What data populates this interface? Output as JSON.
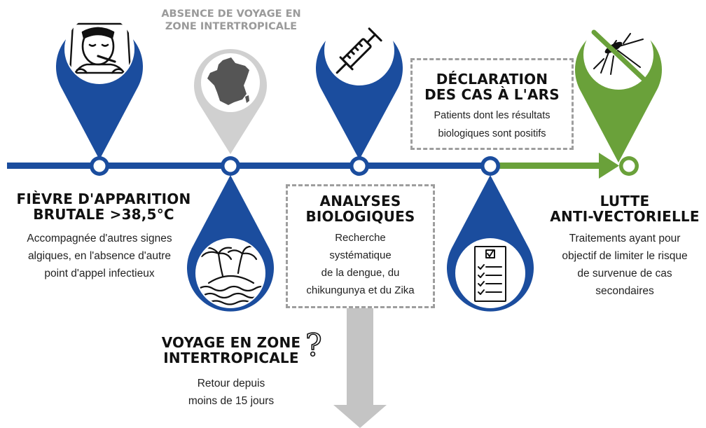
{
  "colors": {
    "blue": "#1b4d9e",
    "green": "#6aa13a",
    "grey": "#cfcfcf",
    "greyText": "#9a9a9a",
    "dash": "#9e9e9e",
    "arrow": "#c4c4c4"
  },
  "steps": {
    "fever": {
      "title": [
        "FIÈVRE D'APPARITION",
        "BRUTALE >38,5°C"
      ],
      "desc": [
        "Accompagnée d'autres signes",
        "algiques, en l'absence d'autre",
        "point d'appel infectieux"
      ],
      "icon": "sick-person-thermometer-icon"
    },
    "noTravel": {
      "title": [
        "ABSENCE DE VOYAGE EN",
        "ZONE INTERTROPICALE"
      ],
      "icon": "france-map-icon"
    },
    "travel": {
      "title": [
        "VOYAGE EN ZONE",
        "INTERTROPICALE"
      ],
      "desc": [
        "Retour depuis",
        "moins de 15 jours"
      ],
      "icon": "tropical-island-icon",
      "question": "?"
    },
    "analyses": {
      "title": [
        "ANALYSES",
        "BIOLOGIQUES"
      ],
      "desc": [
        "Recherche",
        "systématique",
        "de la dengue, du",
        "chikungunya et du Zika"
      ],
      "icon": "syringe-icon"
    },
    "declaration": {
      "title": [
        "DÉCLARATION",
        "DES CAS À L'ARS"
      ],
      "desc": [
        "Patients dont les résultats",
        "biologiques sont positifs"
      ],
      "icon": "checklist-icon"
    },
    "lutte": {
      "title": [
        "LUTTE",
        "ANTI-VECTORIELLE"
      ],
      "desc": [
        "Traitements ayant pour",
        "objectif de limiter le risque",
        "de survenue de cas",
        "secondaires"
      ],
      "icon": "no-mosquito-icon"
    }
  }
}
